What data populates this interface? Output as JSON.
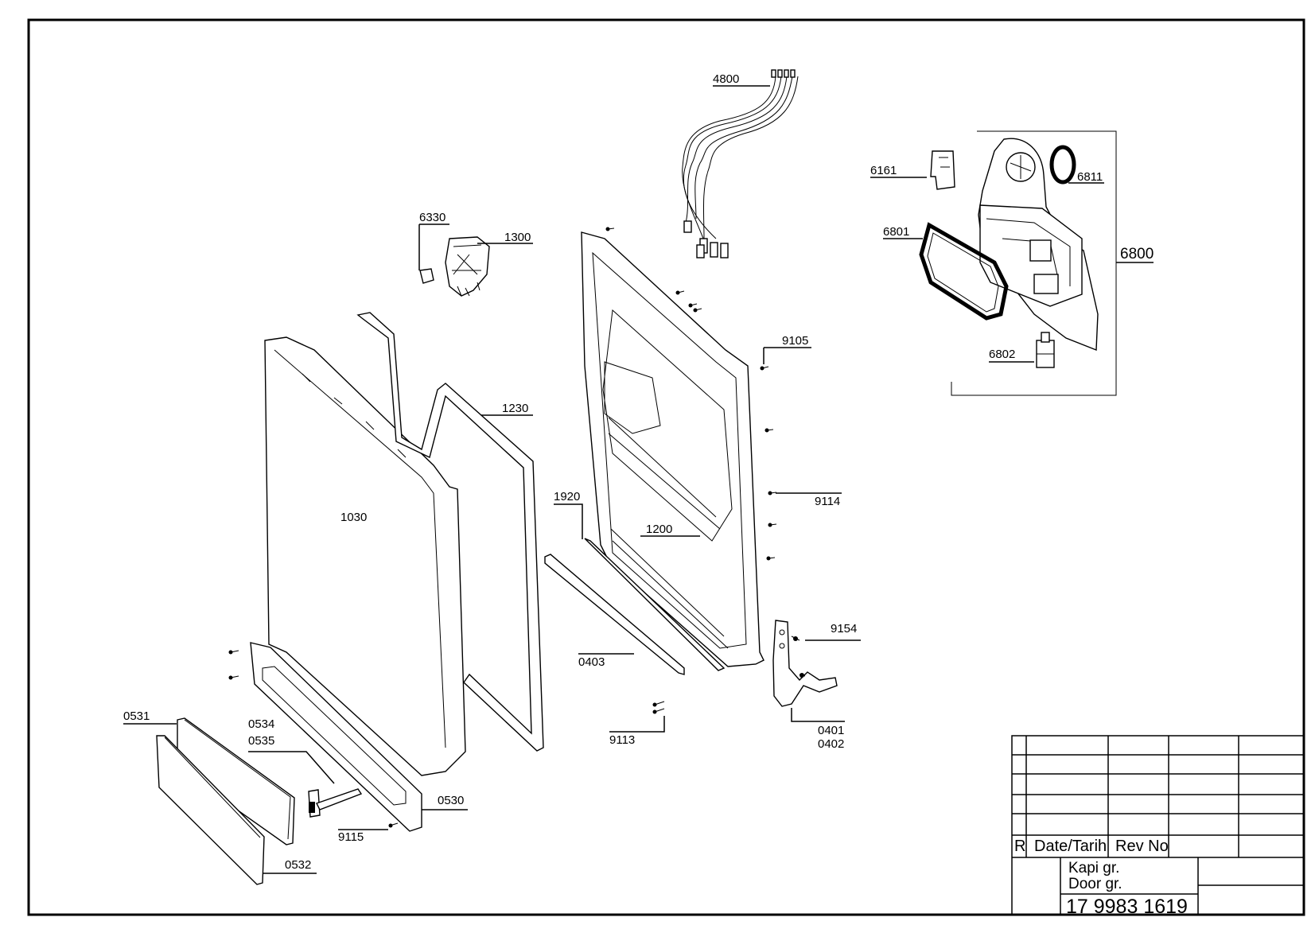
{
  "parts": [
    {
      "id": "p4800",
      "label": "4800"
    },
    {
      "id": "p6330",
      "label": "6330"
    },
    {
      "id": "p1300",
      "label": "1300"
    },
    {
      "id": "p6161",
      "label": "6161"
    },
    {
      "id": "p6811",
      "label": "6811"
    },
    {
      "id": "p6801",
      "label": "6801"
    },
    {
      "id": "p6800",
      "label": "6800"
    },
    {
      "id": "p6802",
      "label": "6802"
    },
    {
      "id": "p9105",
      "label": "9105"
    },
    {
      "id": "p1230",
      "label": "1230"
    },
    {
      "id": "p1030",
      "label": "1030"
    },
    {
      "id": "p1920",
      "label": "1920"
    },
    {
      "id": "p1200",
      "label": "1200"
    },
    {
      "id": "p9114",
      "label": "9114"
    },
    {
      "id": "p9154",
      "label": "9154"
    },
    {
      "id": "p0403",
      "label": "0403"
    },
    {
      "id": "p0531",
      "label": "0531"
    },
    {
      "id": "p0534",
      "label": "0534"
    },
    {
      "id": "p0535",
      "label": "0535"
    },
    {
      "id": "p9113",
      "label": "9113"
    },
    {
      "id": "p0401",
      "label": "0401"
    },
    {
      "id": "p0402",
      "label": "0402"
    },
    {
      "id": "p0530",
      "label": "0530"
    },
    {
      "id": "p9115",
      "label": "9115"
    },
    {
      "id": "p0532",
      "label": "0532"
    }
  ],
  "title_block": {
    "rev_col": "R",
    "date_col": "Date/Tarih",
    "revno_col": "Rev No",
    "title_tr": "Kapi gr.",
    "title_en": "Door gr.",
    "drawing_number": "17 9983 1619"
  }
}
